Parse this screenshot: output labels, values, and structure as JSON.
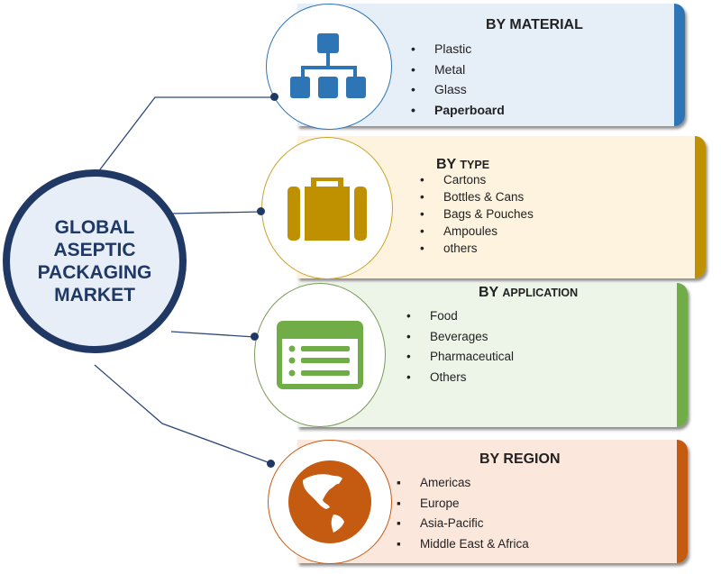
{
  "center": {
    "title": "GLOBAL\nASEPTIC\nPACKAGING\nMARKET"
  },
  "segments": [
    {
      "title_a": "BY MATERIAL",
      "title_b": "",
      "icon": "hierarchy-icon",
      "color": "#2e75b6",
      "bg": "#e6eef8",
      "items": [
        "Plastic",
        "Metal",
        "Glass",
        "Paperboard"
      ]
    },
    {
      "title_a": "BY ",
      "title_b": "TYPE",
      "icon": "briefcase-icon",
      "color": "#bf9000",
      "bg": "#fdf3df",
      "items": [
        "Cartons",
        "Bottles & Cans",
        "Bags & Pouches",
        "Ampoules",
        "others"
      ]
    },
    {
      "title_a": "BY  ",
      "title_b": "APPLICATION",
      "icon": "list-window-icon",
      "color": "#70ad47",
      "bg": "#edf5e8",
      "items": [
        "Food",
        "Beverages",
        "Pharmaceutical",
        "Others"
      ]
    },
    {
      "title_a": "BY REGION",
      "title_b": "",
      "icon": "globe-icon",
      "color": "#c55a11",
      "bg": "#fbe7dc",
      "items": [
        "Americas",
        "Europe",
        "Asia-Pacific",
        "Middle East & Africa"
      ]
    }
  ]
}
